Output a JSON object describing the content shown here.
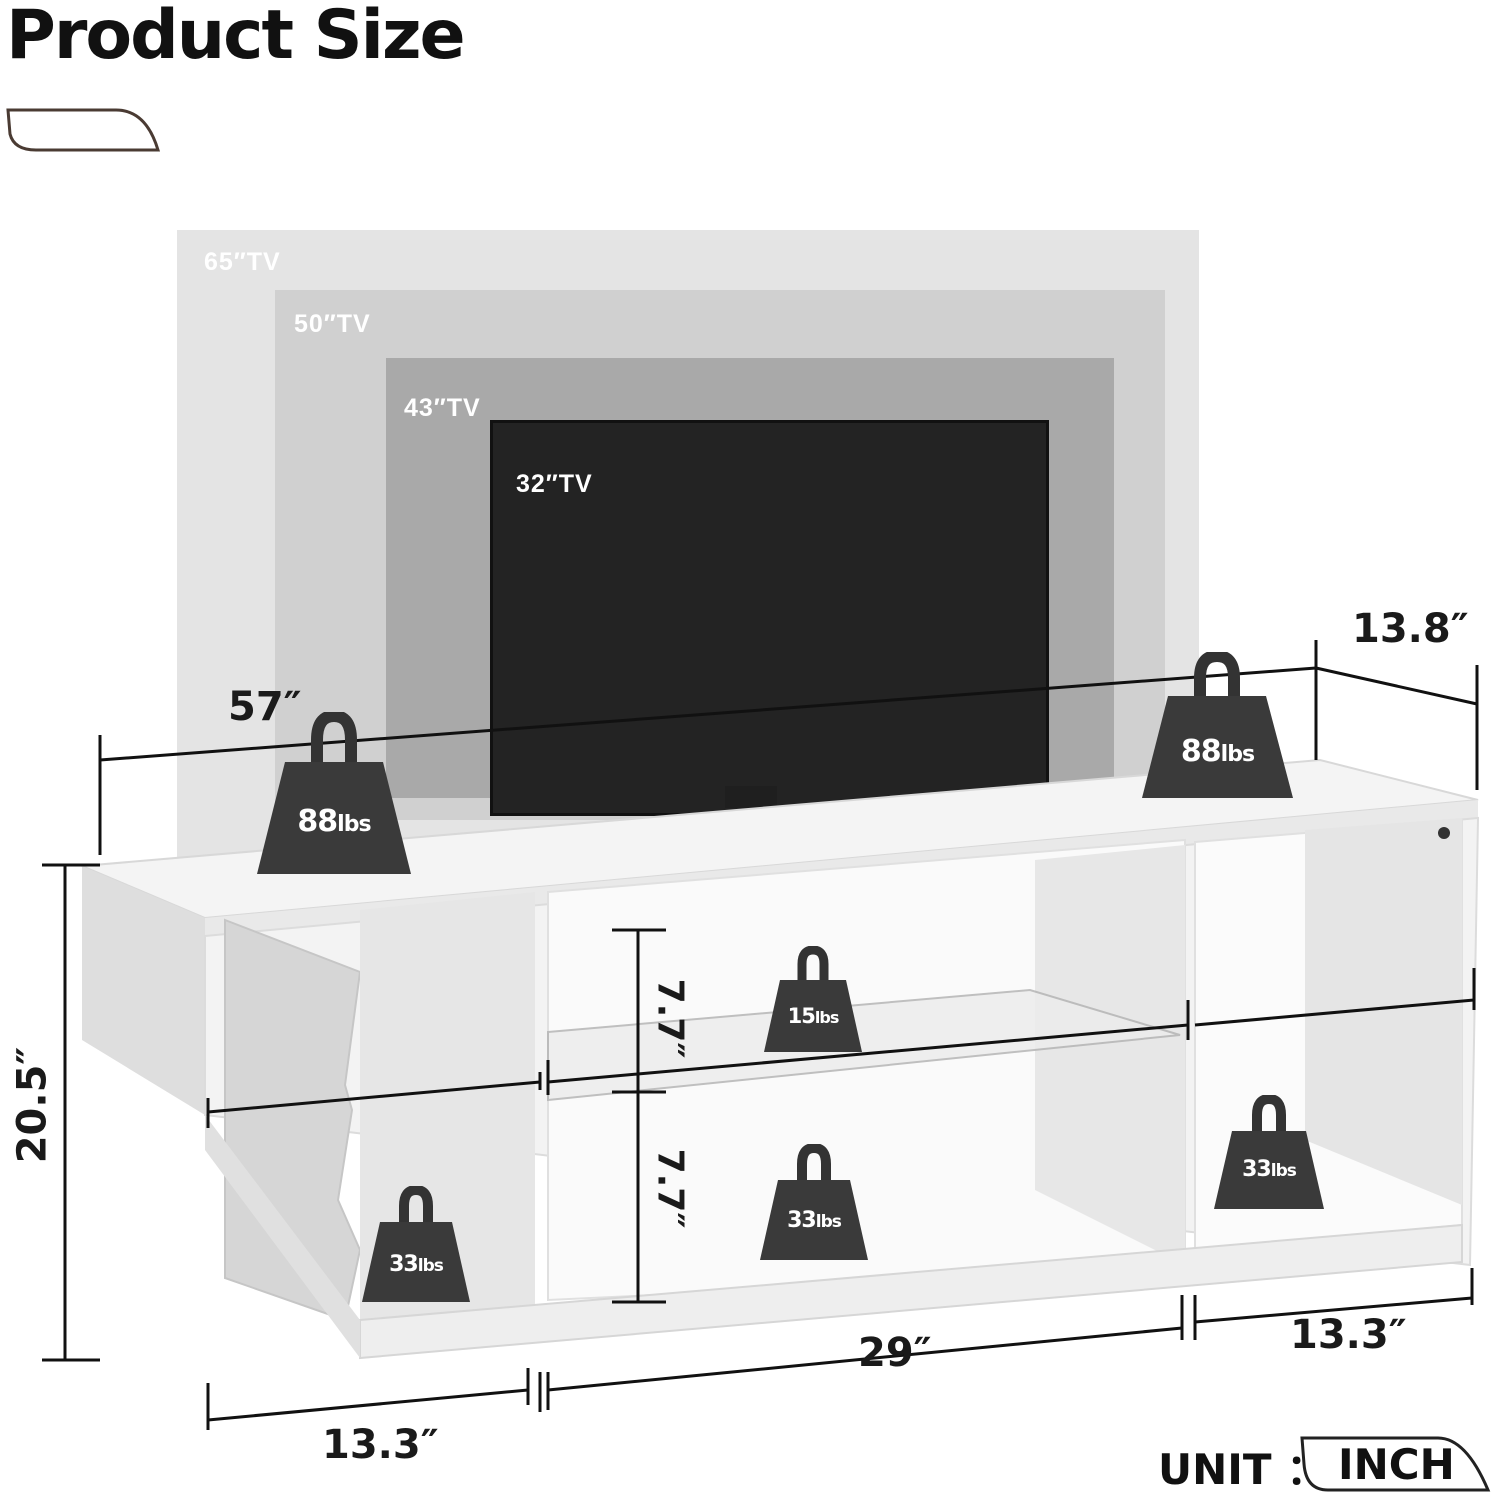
{
  "header": {
    "title": "Product Size"
  },
  "tv_sizes": [
    {
      "label": "65″TV",
      "color": "#e4e4e4",
      "label_color": "#ffffff"
    },
    {
      "label": "50″TV",
      "color": "#cdcdcd",
      "label_color": "#ffffff"
    },
    {
      "label": "43″TV",
      "color": "#aaaaaa",
      "label_color": "#ffffff"
    },
    {
      "label": "32″TV",
      "color": "#232323",
      "label_color": "#ffffff"
    }
  ],
  "dimensions": {
    "width": "57″",
    "depth": "13.8″",
    "height": "20.5″",
    "shelf_upper": "7.7″",
    "shelf_lower": "7.7″",
    "middle_width": "29″",
    "left_width": "13.3″",
    "right_width": "13.3″"
  },
  "weights": {
    "top_left": {
      "value": "88",
      "unit": "lbs"
    },
    "top_right": {
      "value": "88",
      "unit": "lbs"
    },
    "middle_shelf": {
      "value": "15",
      "unit": "lbs"
    },
    "bottom_center": {
      "value": "33",
      "unit": "lbs"
    },
    "bottom_left": {
      "value": "33",
      "unit": "lbs"
    },
    "bottom_right": {
      "value": "33",
      "unit": "lbs"
    }
  },
  "unit": {
    "label": "UNIT ：",
    "value": "INCH"
  },
  "colors": {
    "weight_fill": "#3a3a3a",
    "cabinet": "#f2f2f2",
    "text": "#1a1a1a"
  }
}
